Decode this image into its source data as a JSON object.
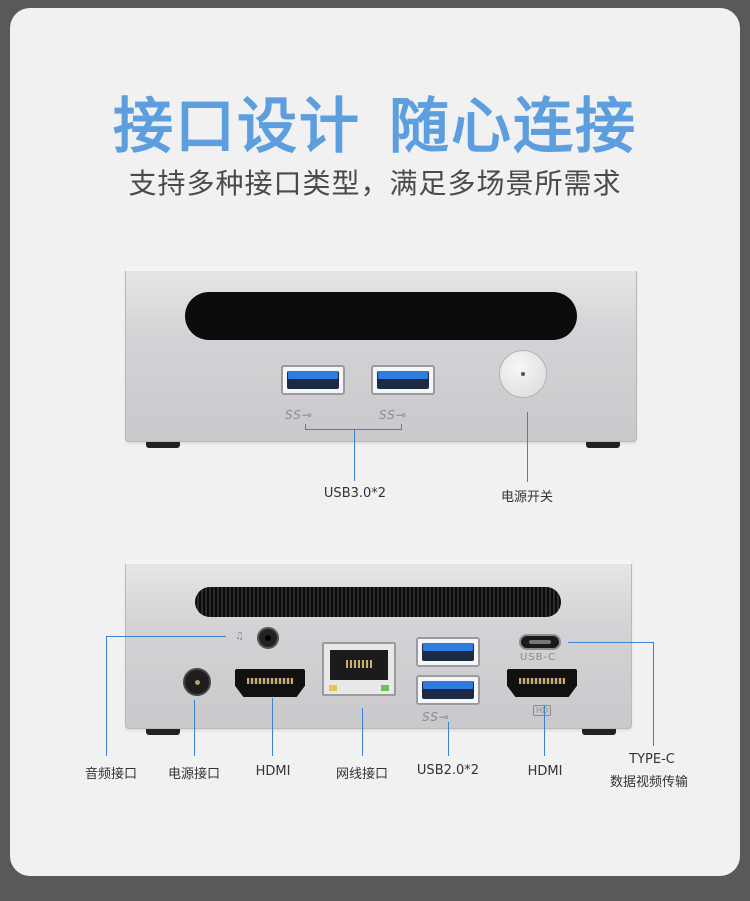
{
  "header": {
    "title_left": "接口设计",
    "title_right": "随心连接",
    "subtitle": "支持多种接口类型，满足多场景所需求"
  },
  "colors": {
    "accent": "#5c9ede",
    "line": "#3b82d6",
    "background": "#58595b"
  },
  "front_panel": {
    "labels": {
      "usb": "USB3.0*2",
      "power": "电源开关"
    },
    "ss_logo": "SS⟵"
  },
  "rear_panel": {
    "labels": {
      "audio": "音频接口",
      "power_in": "电源接口",
      "hdmi_left": "HDMI",
      "network": "网线接口",
      "usb2": "USB2.0*2",
      "hdmi_right": "HDMI",
      "typec_line1": "TYPE-C",
      "typec_line2": "数据视频传输"
    },
    "usbc_print": "USB-C",
    "hd_print": "HD"
  }
}
